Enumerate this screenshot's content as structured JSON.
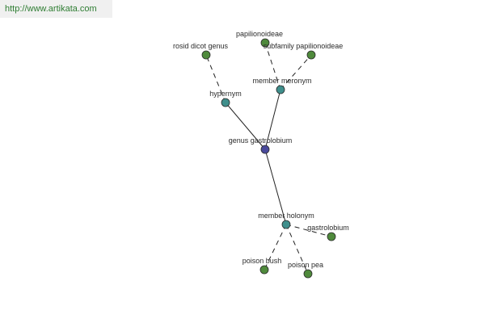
{
  "site": {
    "url_text": "http://www.artikata.com"
  },
  "colors": {
    "center": "#4a4a9c",
    "relation": "#3f8f8c",
    "leaf": "#4f8a3c",
    "edge": "#222222",
    "watermark_text": "#2e7d32",
    "watermark_bg": "#f0f0f0"
  },
  "graph": {
    "nodes": [
      {
        "id": "center",
        "label": "genus gastrolobium",
        "kind": "center"
      },
      {
        "id": "hypernym",
        "label": "hypernym",
        "kind": "relation"
      },
      {
        "id": "member-meronym",
        "label": "member meronym",
        "kind": "relation"
      },
      {
        "id": "member-holonym",
        "label": "member holonym",
        "kind": "relation"
      },
      {
        "id": "rosid-dicot-genus",
        "label": "rosid dicot genus",
        "kind": "leaf"
      },
      {
        "id": "papilionoideae",
        "label": "papilionoideae",
        "kind": "leaf"
      },
      {
        "id": "subfamily-papilionoideae",
        "label": "subfamily papilionoideae",
        "kind": "leaf"
      },
      {
        "id": "gastrolobium",
        "label": "gastrolobium",
        "kind": "leaf"
      },
      {
        "id": "poison-bush",
        "label": "poison bush",
        "kind": "leaf"
      },
      {
        "id": "poison-pea",
        "label": "poison pea",
        "kind": "leaf"
      }
    ],
    "edges": [
      {
        "from": "center",
        "to": "hypernym",
        "style": "solid"
      },
      {
        "from": "center",
        "to": "member-meronym",
        "style": "solid"
      },
      {
        "from": "center",
        "to": "member-holonym",
        "style": "solid"
      },
      {
        "from": "hypernym",
        "to": "rosid-dicot-genus",
        "style": "dashed"
      },
      {
        "from": "member-meronym",
        "to": "papilionoideae",
        "style": "dashed"
      },
      {
        "from": "member-meronym",
        "to": "subfamily-papilionoideae",
        "style": "dashed"
      },
      {
        "from": "member-holonym",
        "to": "gastrolobium",
        "style": "dashed"
      },
      {
        "from": "member-holonym",
        "to": "poison-bush",
        "style": "dashed"
      },
      {
        "from": "member-holonym",
        "to": "poison-pea",
        "style": "dashed"
      }
    ]
  }
}
